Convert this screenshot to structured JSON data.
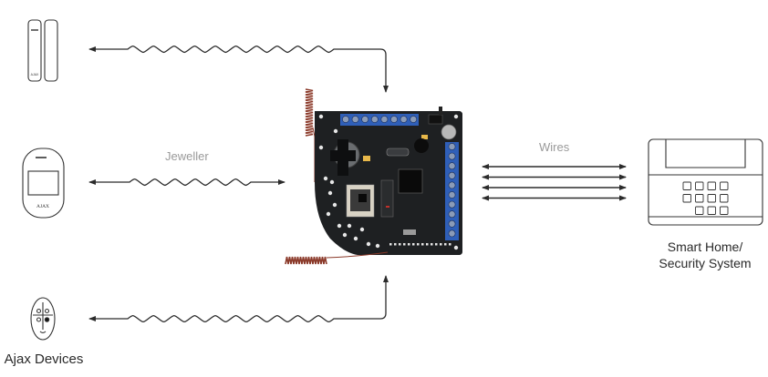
{
  "diagram": {
    "devices_caption": "Ajax Devices",
    "devices": [
      {
        "name": "Door/window sensor",
        "icon": "door-sensor-icon",
        "brand_mark": "AJAX"
      },
      {
        "name": "Motion detector",
        "icon": "motion-detector-icon",
        "brand_mark": "AJAX"
      },
      {
        "name": "Key fob",
        "icon": "keyfob-icon"
      }
    ],
    "links": {
      "radio_label": "Jeweller",
      "wired_label": "Wires",
      "wire_count": 4
    },
    "hub": {
      "name": "Integration module PCB",
      "icon": "pcb-board-icon"
    },
    "target": {
      "caption_line1": "Smart Home/",
      "caption_line2": "Security System",
      "icon": "control-panel-icon",
      "keypad_rows": [
        4,
        4,
        3
      ]
    },
    "colors": {
      "line": "#2b2b2b",
      "label": "#9a9a9a",
      "pcb": "#1e2022",
      "terminal": "#2f5fb8",
      "antenna": "#8b3a2a"
    }
  }
}
